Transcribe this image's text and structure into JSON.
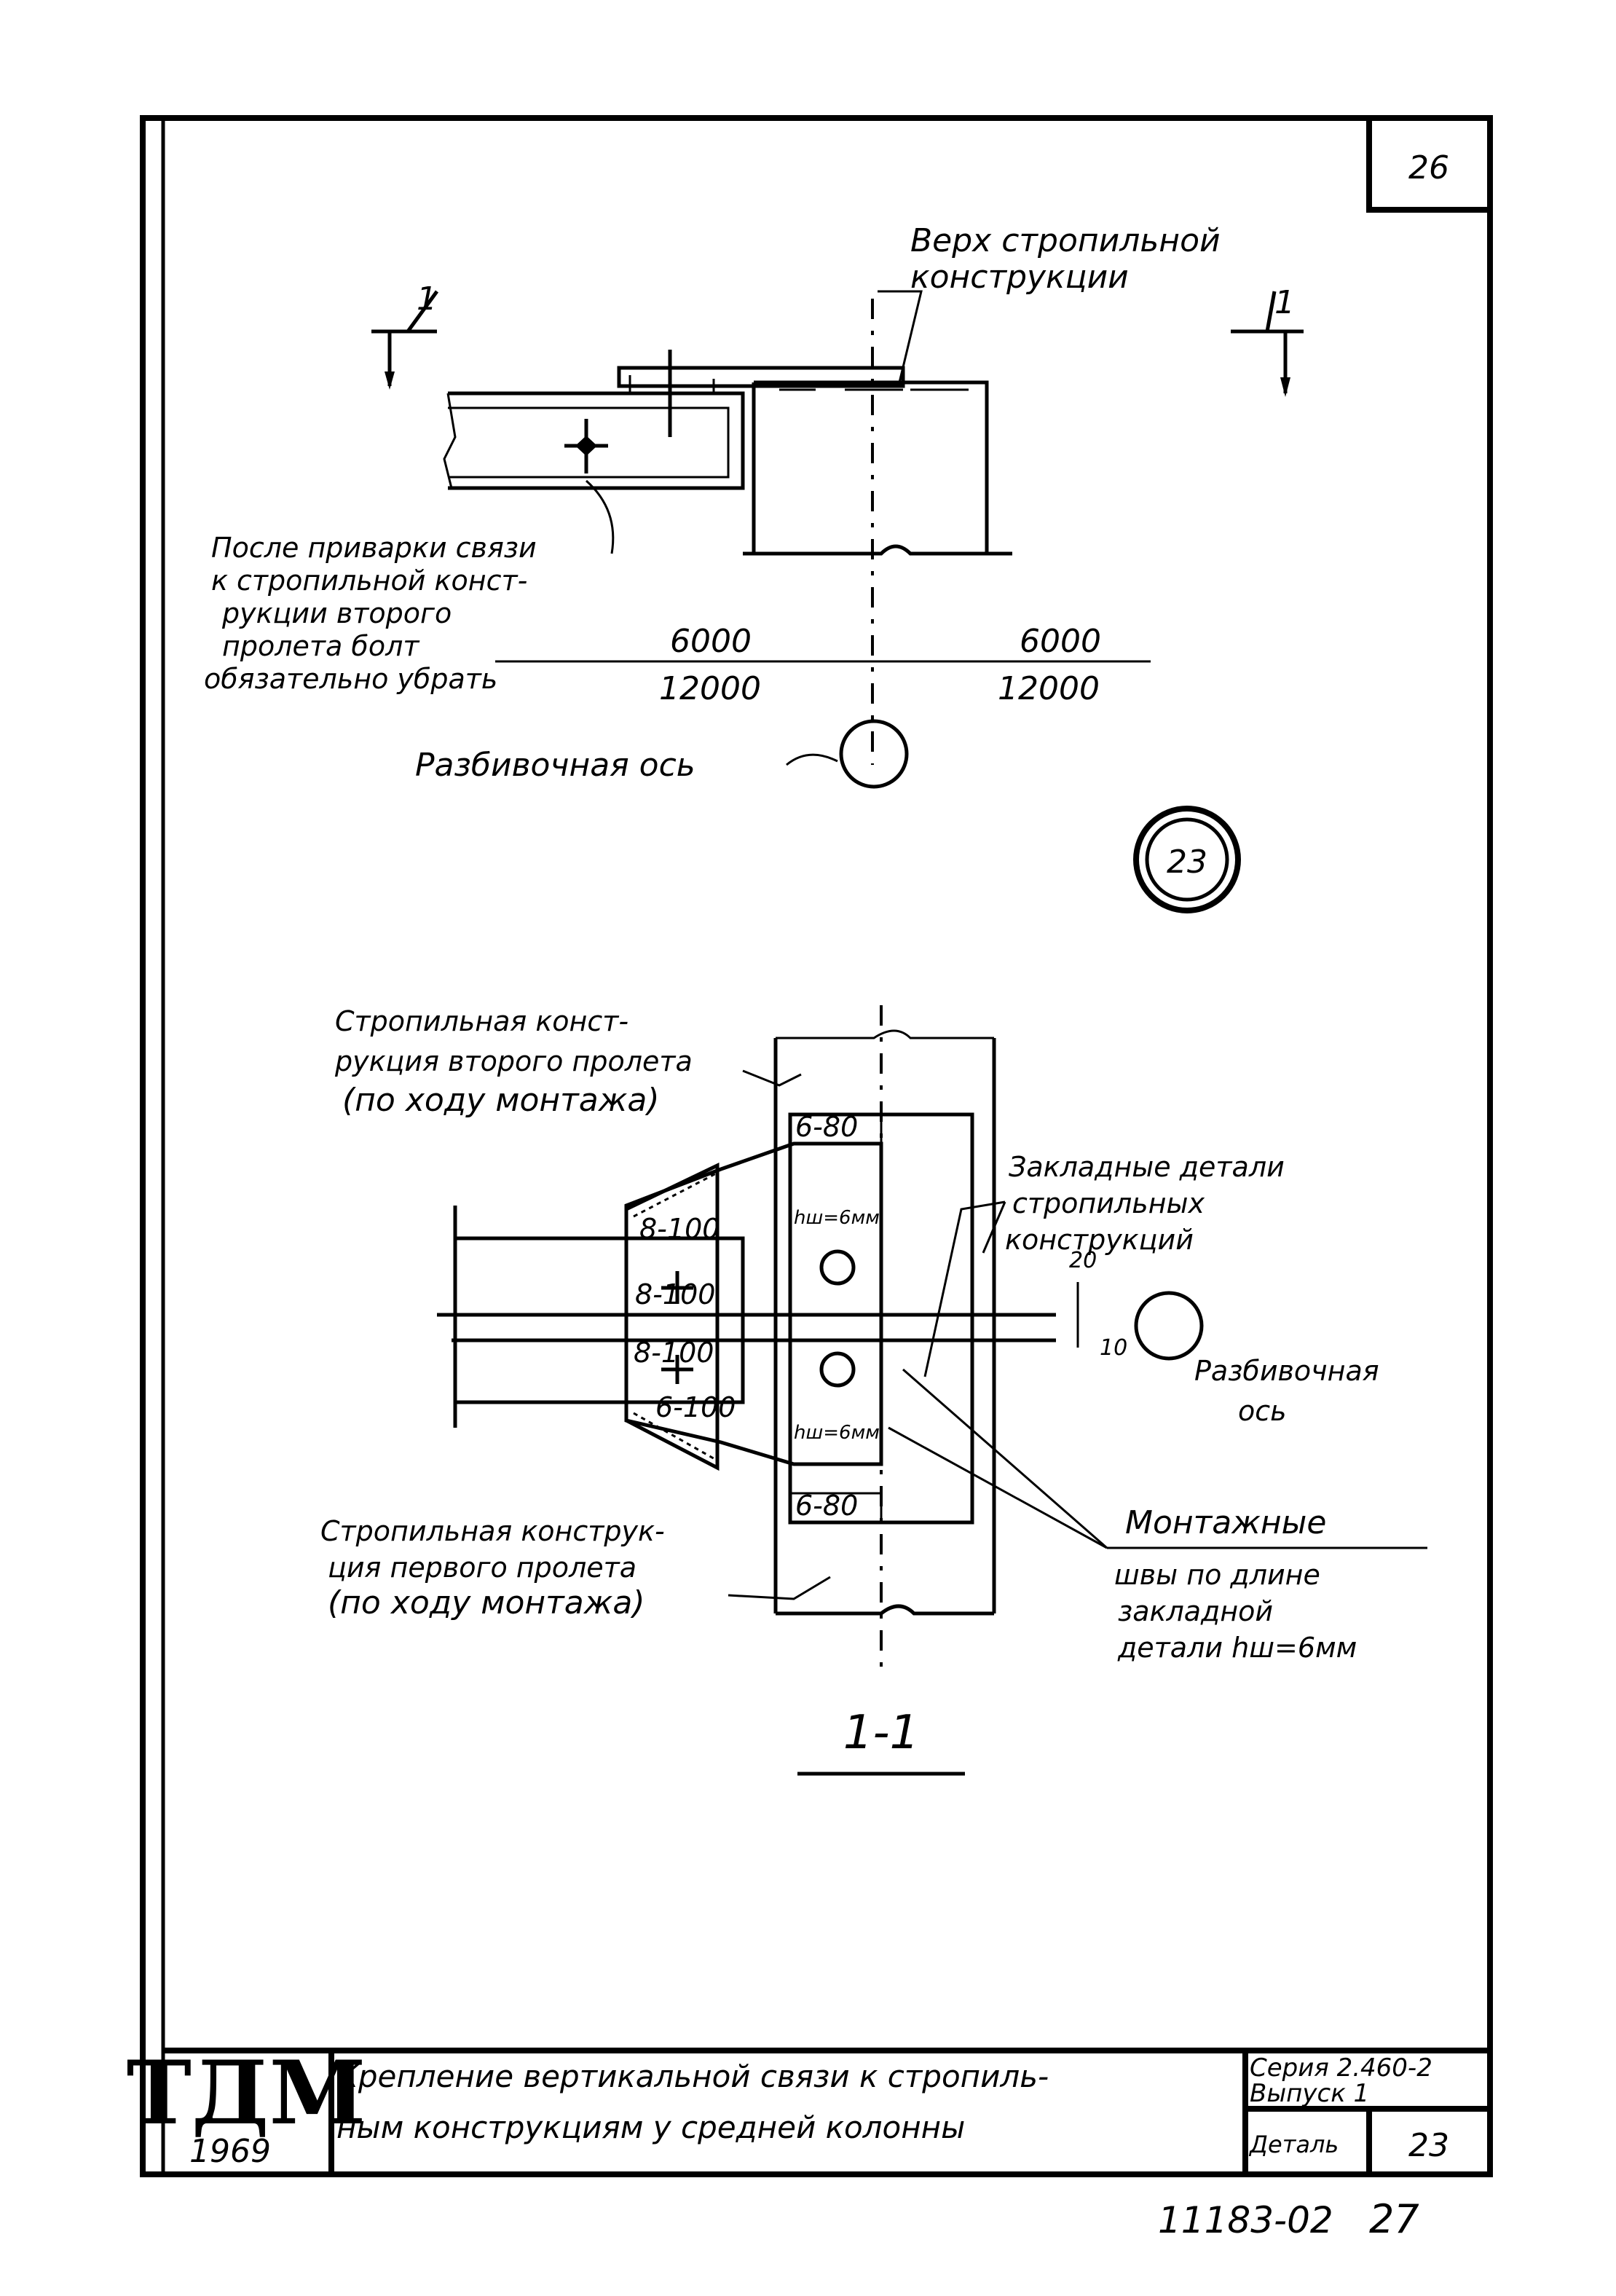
{
  "sheet": {
    "page_number": "26",
    "bottom_number": "11183-02",
    "sheet_number": "27"
  },
  "elevation": {
    "section_mark_left": "1",
    "section_mark_right": "1",
    "top_label_line1": "Верх стропильной",
    "top_label_line2": "конструкции",
    "note_lines": [
      "После приварки связи",
      "к стропильной конст-",
      "рукции второго",
      "пролета болт",
      "обязательно убрать"
    ],
    "dims_top": [
      "6000",
      "6000"
    ],
    "dims_bottom": [
      "12000",
      "12000"
    ],
    "axis_label": "Разбивочная ось"
  },
  "detail_mark": "23",
  "section": {
    "label_second_span": [
      "Стропильная конст-",
      "рукция второго пролета",
      "(по ходу монтажа)"
    ],
    "label_first_span": [
      "Стропильная конструк-",
      "ция первого пролета",
      "(по ходу монтажа)"
    ],
    "label_embedded": [
      "Закладные детали",
      "стропильных",
      "конструкций"
    ],
    "label_axis": [
      "Разбивочная",
      "ось"
    ],
    "label_welds": [
      "Монтажные",
      "швы по длине",
      "закладной",
      "детали hш=6мм"
    ],
    "weld_marks": [
      "6-80",
      "8-100",
      "8-100",
      "8-100",
      "6-100",
      "6-80"
    ],
    "weld_height_top": "hш=6мм",
    "weld_height_bottom": "hш=6мм",
    "dim_20": "20",
    "dim_10": "10",
    "section_title": "1-1"
  },
  "title_block": {
    "logo": "ТДМ",
    "year": "1969",
    "title_line1": "Крепление вертикальной связи к стропиль-",
    "title_line2": "ным конструкциям у средней колонны",
    "series_label": "Серия 2.460-2",
    "issue_label": "Выпуск 1",
    "detail_label": "Деталь",
    "detail_value": "23"
  }
}
